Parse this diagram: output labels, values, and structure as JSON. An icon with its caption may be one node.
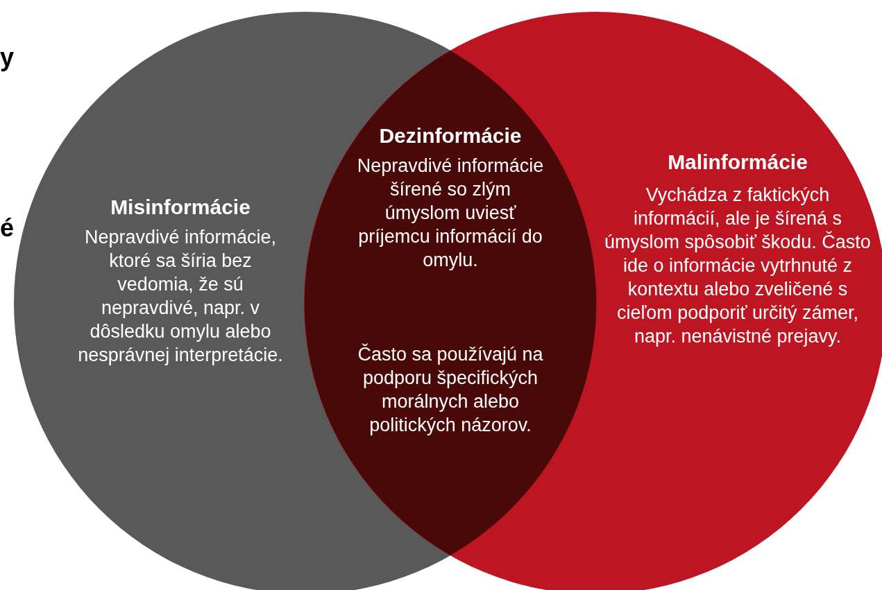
{
  "diagram": {
    "nodes": [
      {
        "text": [
          "Misinformácie",
          "Nepravdivé informácie, ktoré sa šíria bez vedomia, že sú nepravdivé, napr. v dôsledku omylu alebo nesprávnej interpretácie."
        ]
      },
      {
        "text": [
          "Dezinformácie",
          "Nepravdivé informácie šírené so zlým úmyslom uviesť príjemcu informácií do omylu.",
          "Často sa používajú na podporu špecifických morálnych alebo politických názorov."
        ]
      },
      {
        "text": [
          "Malinformácie",
          "Vychádza z faktických informácií, ale je šírená s úmyslom spôsobiť škodu. Často ide o informácie vytrhnuté z kontextu alebo zveličené s cieľom podporiť určitý zámer, napr. nenávistné prejavy."
        ]
      }
    ],
    "labels": [
      "y",
      "é"
    ]
  }
}
